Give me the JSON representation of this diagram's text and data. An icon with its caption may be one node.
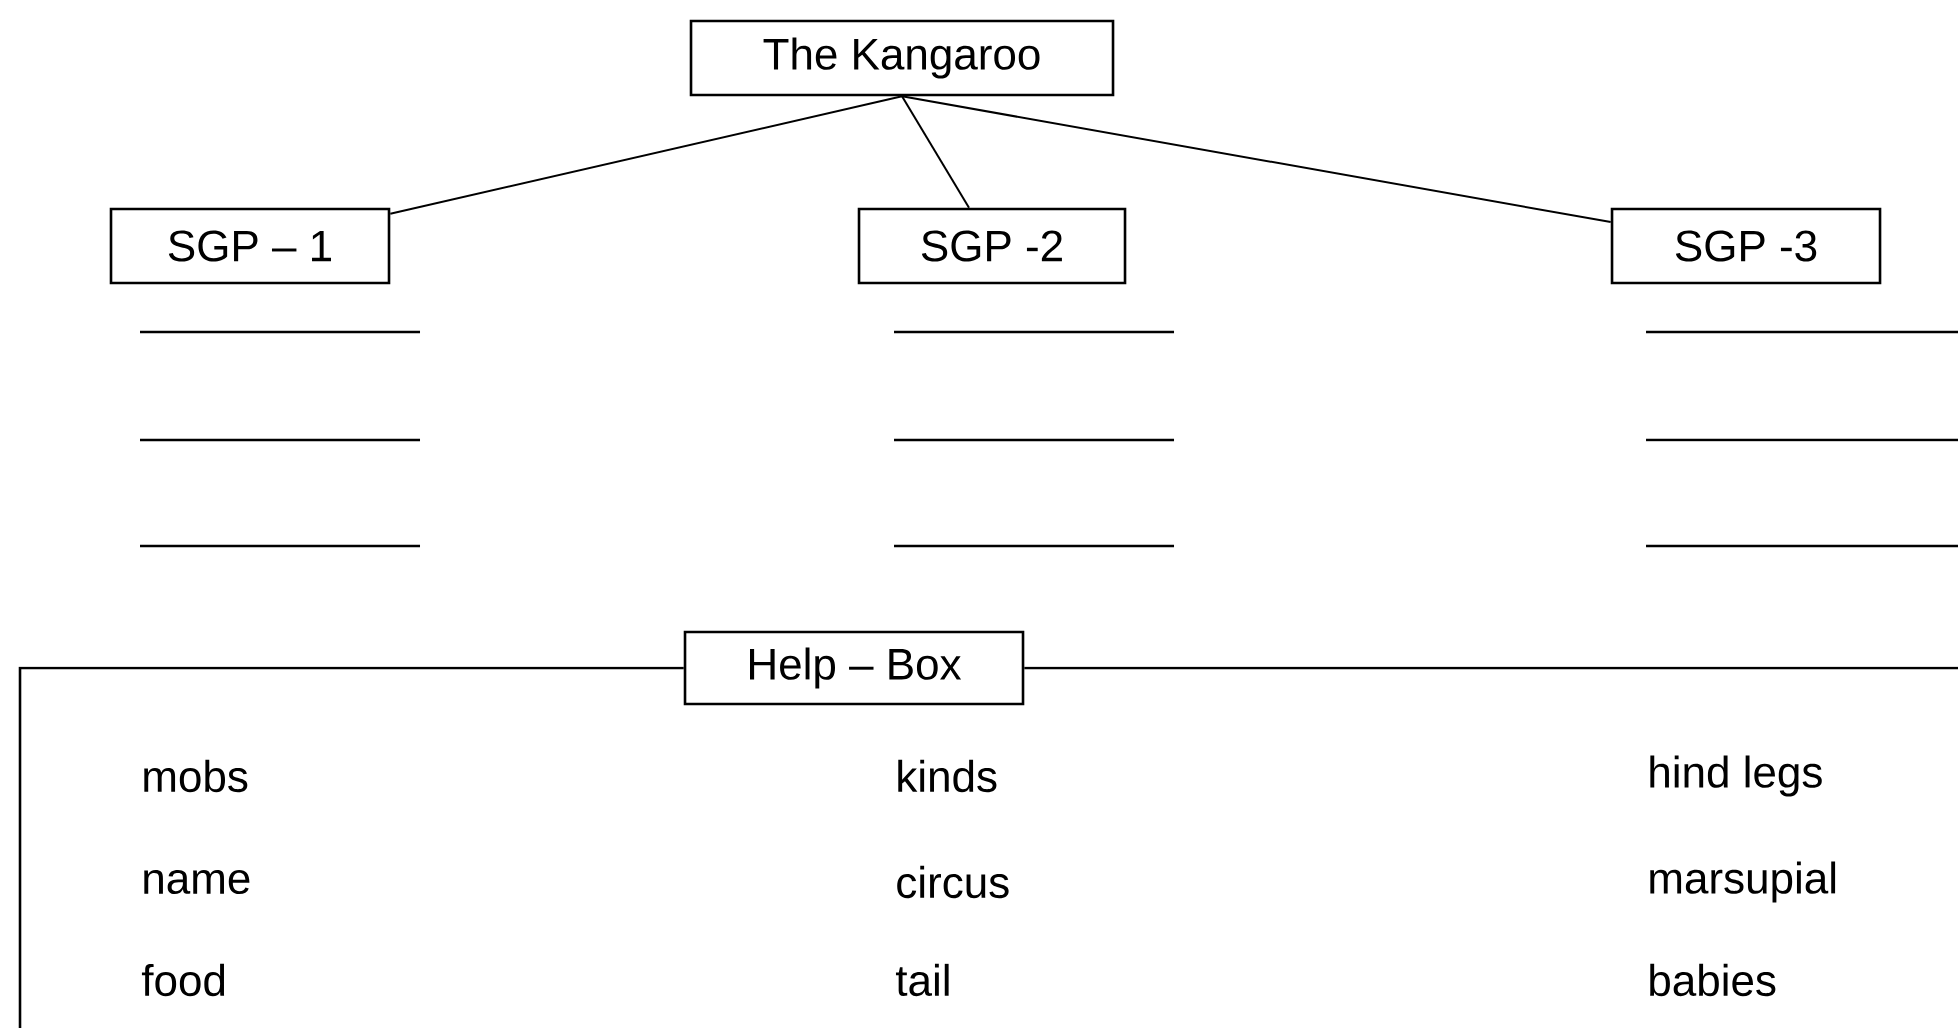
{
  "diagram": {
    "nodes": [
      {
        "text": [
          "The Kangaroo"
        ]
      },
      {
        "text": [
          "SGP – 1"
        ]
      },
      {
        "text": [
          "SGP -2"
        ]
      },
      {
        "text": [
          "SGP -3"
        ]
      },
      {
        "text": [
          "Help – Box"
        ]
      }
    ],
    "edges": [
      {
        "from": 0,
        "to": 1,
        "arrow": "none"
      },
      {
        "from": 0,
        "to": 2,
        "arrow": "none"
      },
      {
        "from": 0,
        "to": 3,
        "arrow": "none"
      }
    ],
    "labels": [
      "mobs",
      "kinds",
      "hind legs",
      "name",
      "circus",
      "marsupial",
      "food",
      "tail",
      "babies"
    ]
  }
}
